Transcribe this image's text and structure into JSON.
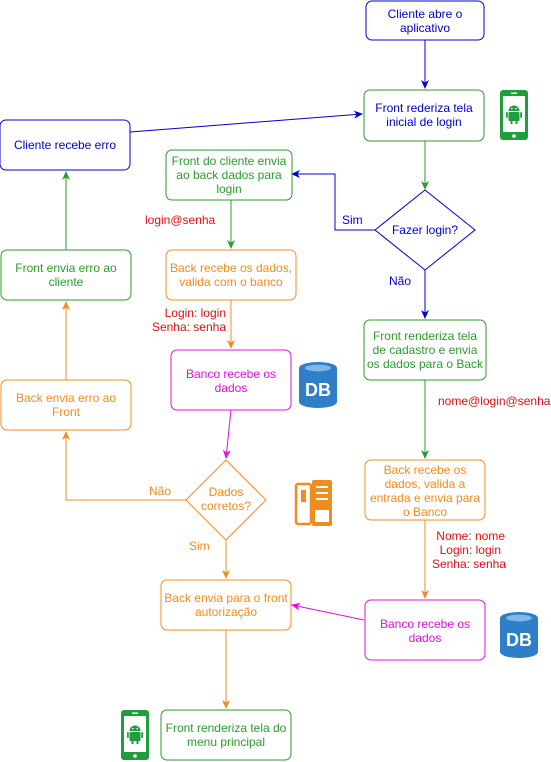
{
  "colors": {
    "blue": "#0000CC",
    "green": "#2D9B2D",
    "orange": "#F08C1E",
    "magenta": "#E011E0",
    "red": "#E01010",
    "db_blue": "#2E7FC8",
    "android_green": "#1F9E3E"
  },
  "nodes": {
    "cliente_abre": {
      "lines": [
        "Cliente abre o",
        "aplicativo"
      ]
    },
    "front_inicial": {
      "lines": [
        "Front rederiza tela",
        "inicial de login"
      ]
    },
    "cliente_erro": {
      "lines": [
        "Cliente recebe erro"
      ]
    },
    "front_envia_dados": {
      "lines": [
        "Front do cliente envia",
        "ao back dados para",
        "login"
      ]
    },
    "fazer_login": {
      "lines": [
        "Fazer login?"
      ]
    },
    "front_envia_erro": {
      "lines": [
        "Front envia erro ao",
        "cliente"
      ]
    },
    "back_valida": {
      "lines": [
        "Back recebe os dados,",
        "valida com o banco"
      ]
    },
    "front_cadastro": {
      "lines": [
        "Front renderiza tela",
        "de cadastro e envia",
        "os dados para o Back"
      ]
    },
    "banco_recebe_1": {
      "lines": [
        "Banco recebe os",
        "dados"
      ]
    },
    "back_envia_erro": {
      "lines": [
        "Back envia erro ao",
        "Front"
      ]
    },
    "back_cadastro": {
      "lines": [
        "Back recebe os",
        "dados, valida a",
        "entrada e envia para",
        "o Banco"
      ]
    },
    "dados_corretos": {
      "lines": [
        "Dados",
        "corretos?"
      ]
    },
    "back_autorizacao": {
      "lines": [
        "Back envia para o front",
        "autorização"
      ]
    },
    "banco_recebe_2": {
      "lines": [
        "Banco recebe os",
        "dados"
      ]
    },
    "front_menu": {
      "lines": [
        "Front renderiza tela do",
        "menu principal"
      ]
    }
  },
  "edge_labels": {
    "sim_login": "Sim",
    "nao_login": "Não",
    "login_senha": "login@senha",
    "login_senha_fields": [
      "Login: login",
      "Senha: senha"
    ],
    "nome_login_senha": "nome@login@senha",
    "cadastro_fields": [
      "Nome: nome",
      "Login: login",
      "Senha: senha"
    ],
    "nao_dados": "Não",
    "sim_dados": "Sim"
  },
  "icons": {
    "db_1": "DB",
    "db_2": "DB",
    "android_1": "android-phone-icon",
    "android_2": "android-phone-icon",
    "server": "server-icon"
  }
}
